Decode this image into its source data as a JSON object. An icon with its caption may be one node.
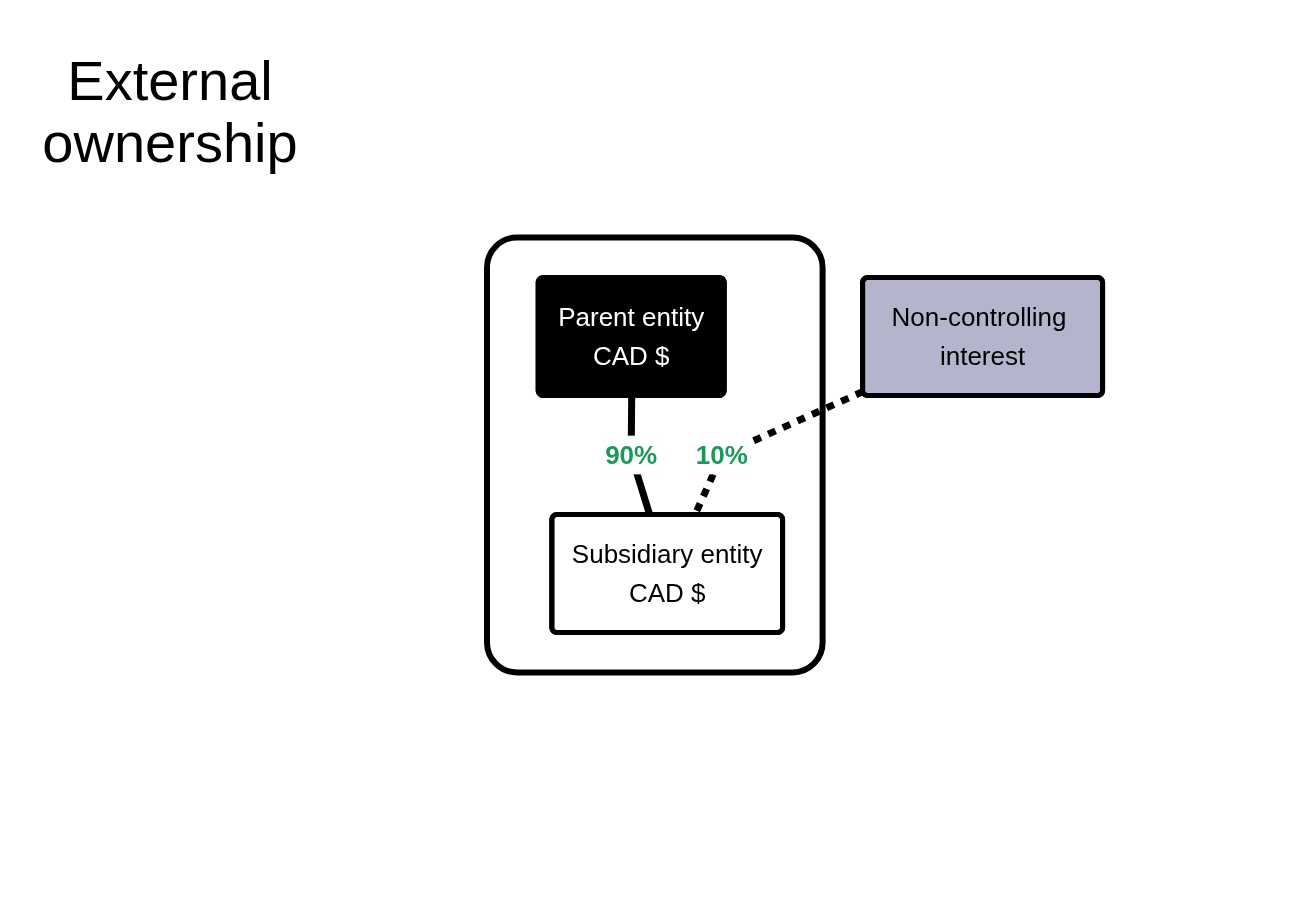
{
  "diagram": {
    "nodes": [
      {
        "text": [
          "Non-controlling interest"
        ]
      },
      {
        "text": [],
        "shape": "box"
      },
      {
        "text": [
          "Parent entity",
          "CAD $"
        ],
        "in": 1
      },
      {
        "text": [
          "Subsidiary entity",
          "CAD $"
        ],
        "in": 1
      }
    ],
    "edges": [
      {
        "from": 2,
        "to": 3,
        "arrow": "none",
        "label": "90%"
      },
      {
        "from": 0,
        "to": 3,
        "arrow": "none",
        "label": "10%",
        "style": "dashed"
      }
    ],
    "labels": [
      "External ownership"
    ]
  }
}
